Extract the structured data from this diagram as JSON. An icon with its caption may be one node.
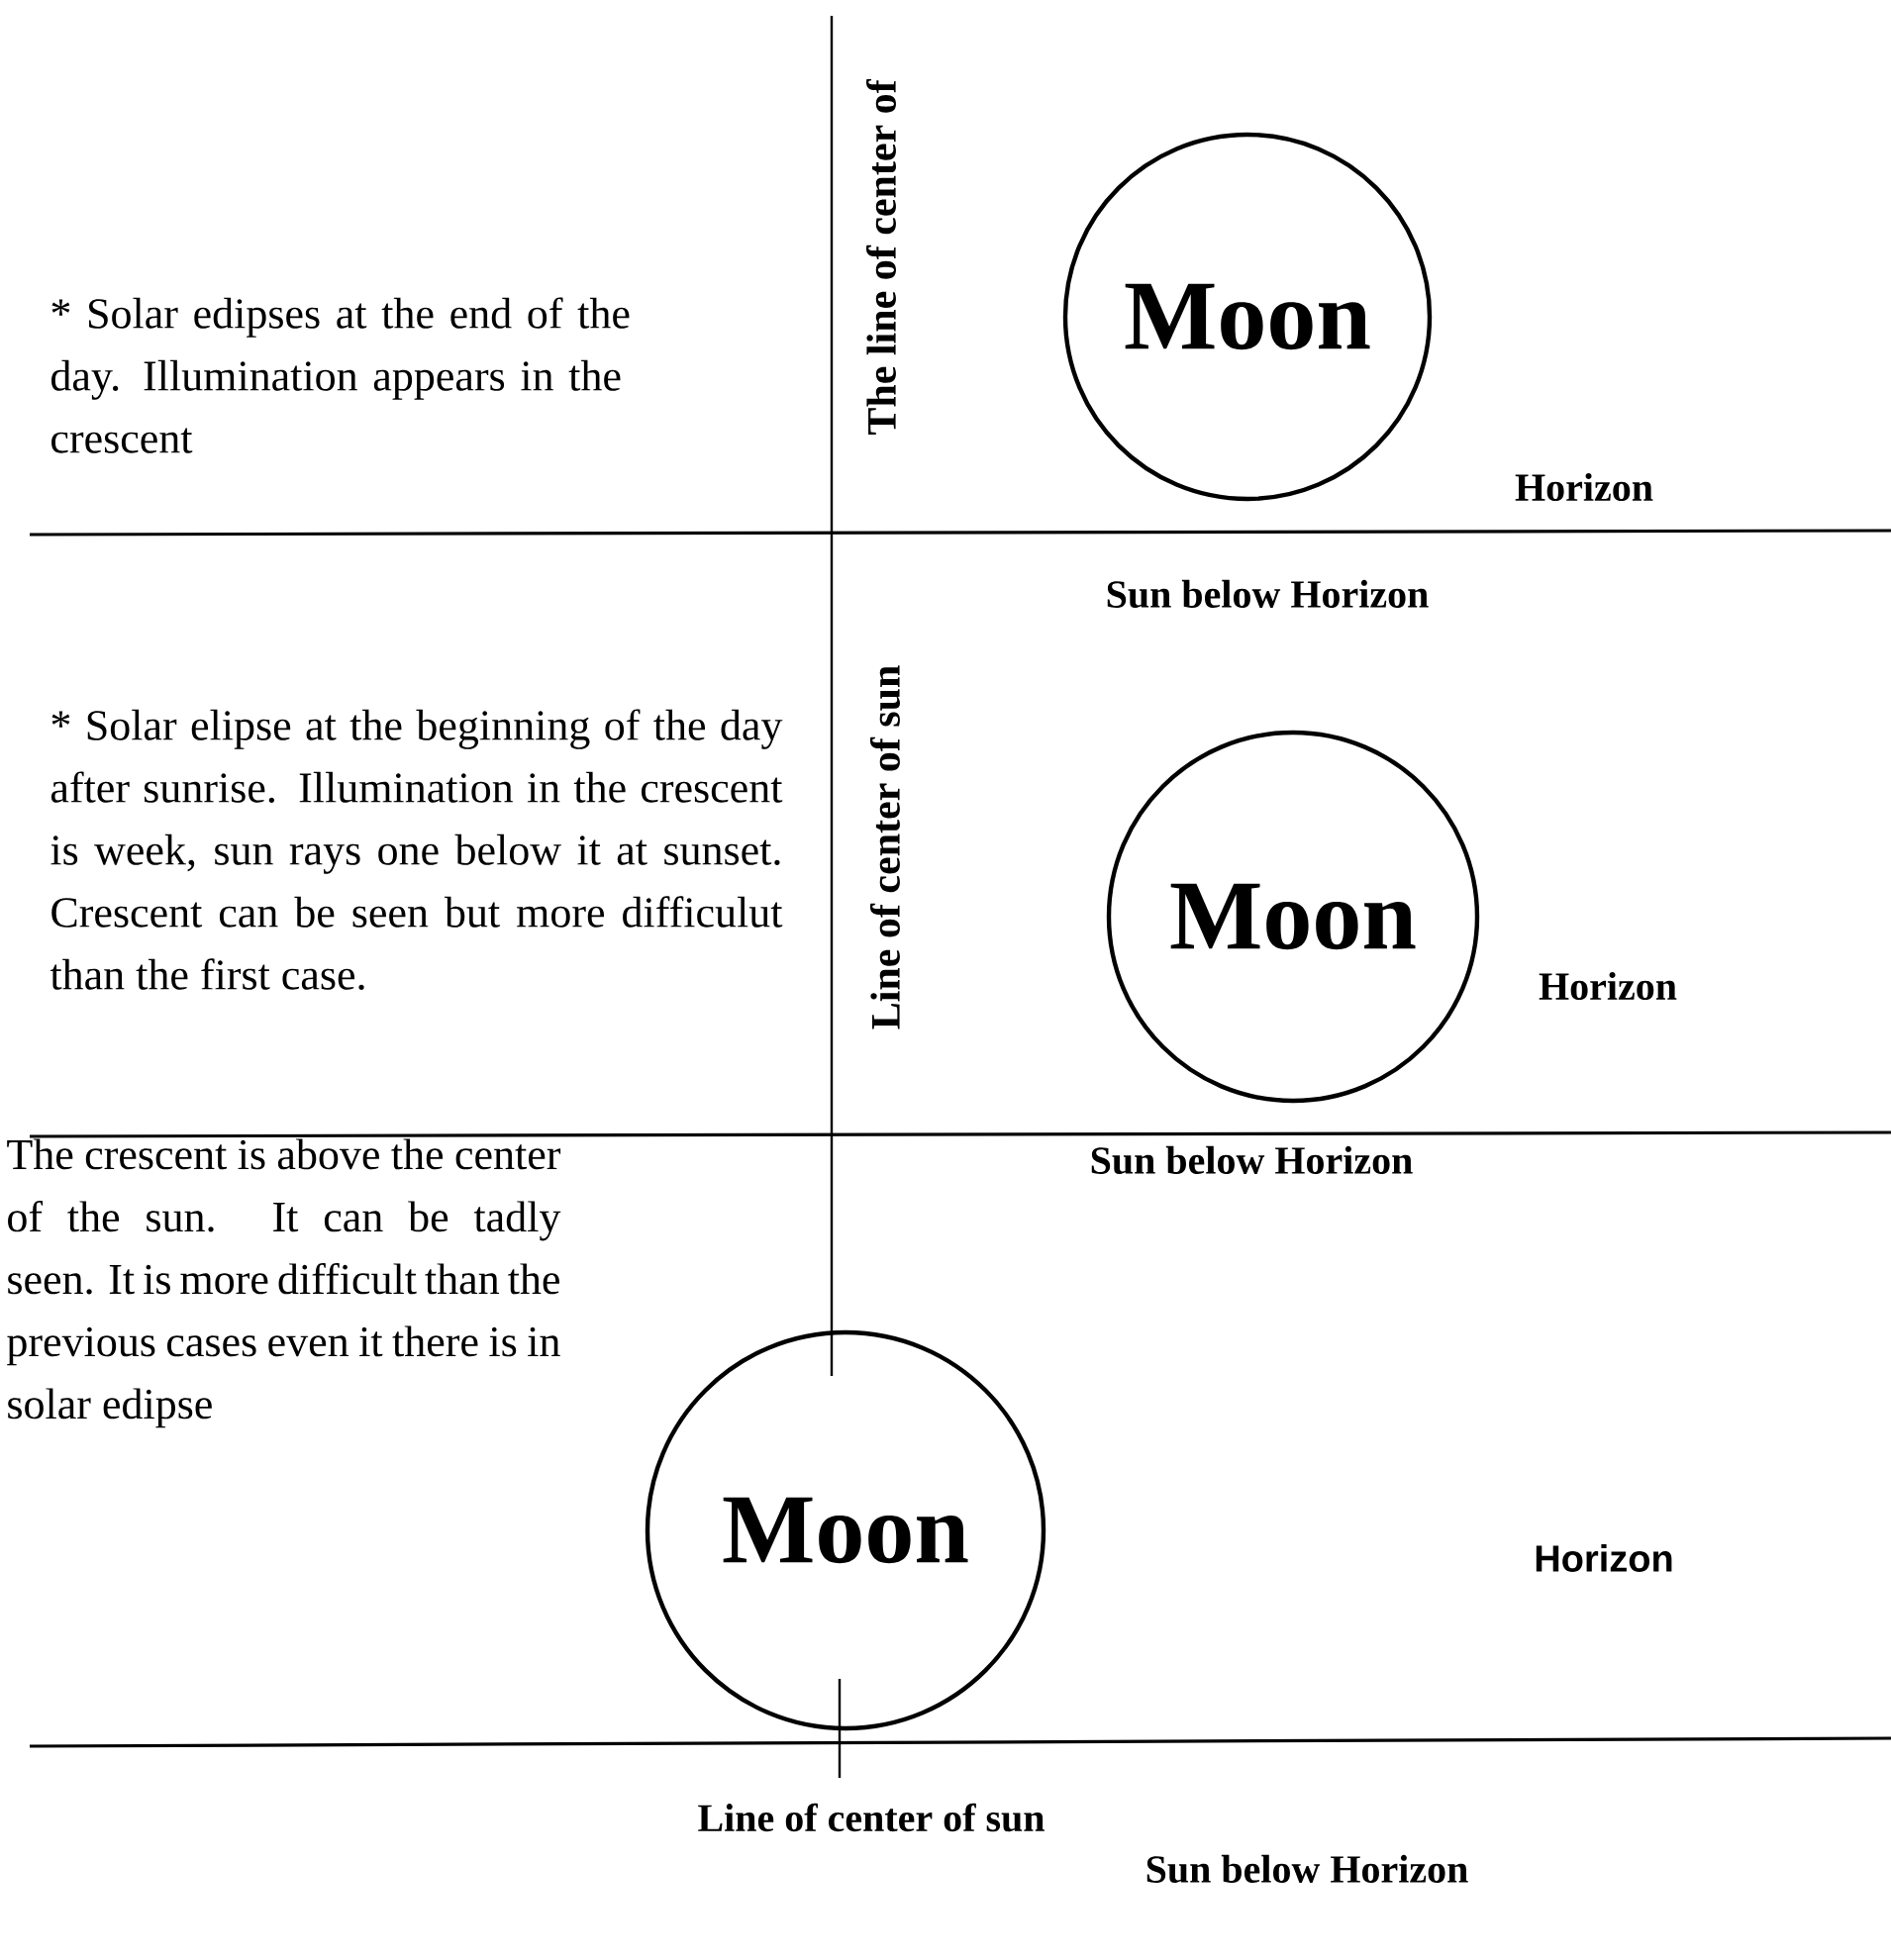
{
  "diagram": {
    "nodes": [
      {
        "text": [
          "Moon"
        ]
      },
      {
        "text": [
          "Moon"
        ]
      },
      {
        "text": [
          "Moon"
        ]
      }
    ],
    "labels": [
      "* Solar edipses at the end of the day. Illumination appears in the crescent",
      "The line of center of",
      "Horizon",
      "Sun below Horizon",
      "* Solar elipse at the beginning of the day after sunrise. Illumination in the crescent is week, sun rays one below it at sunset. Crescent can be seen but more difficulut than the first case.",
      "Line of center of sun",
      "Horizon",
      "Sun below Horizon",
      "The crescent is above the center of the sun. It can be tadly seen. It is more difficult than the previous cases even it there is in solar edipse",
      "Horizon",
      "Line of center of sun",
      "Sun below Horizon"
    ]
  }
}
